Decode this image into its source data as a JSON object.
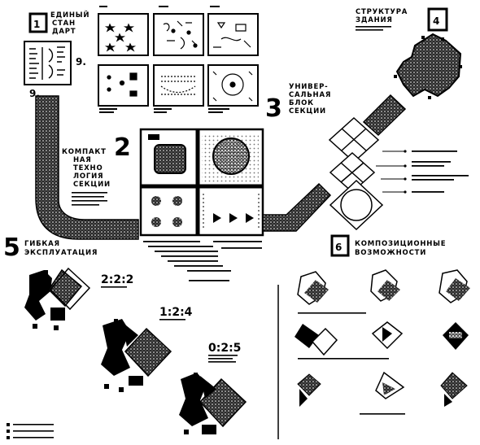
{
  "sections": [
    {
      "number": "1",
      "title_lines": [
        "ЕДИНЫЙ",
        "СТАН",
        "ДАРТ"
      ]
    },
    {
      "number": "2",
      "title_lines": [
        "КОМПАКТ",
        "НАЯ",
        "ТЕХНО",
        "ЛОГИЯ",
        "СЕКЦИИ"
      ]
    },
    {
      "number": "3",
      "title_lines": [
        "УНИВЕР-",
        "САЛЬНАЯ",
        "БЛОК",
        "СЕКЦИИ"
      ]
    },
    {
      "number": "4",
      "title_lines": [
        "СТРУКТУРА",
        "ЗДАНИЯ"
      ]
    },
    {
      "number": "5",
      "title_lines": [
        "ГИБКАЯ",
        "ЭКСПЛУАТАЦИЯ"
      ]
    },
    {
      "number": "6",
      "title_lines": [
        "КОМПОЗИЦИОННЫЕ",
        "ВОЗМОЖНОСТИ"
      ]
    }
  ],
  "labels": {
    "nine_a": "9.",
    "nine_b": "9."
  },
  "ratios": [
    "2:2:2",
    "1:2:4",
    "0:2:5"
  ]
}
